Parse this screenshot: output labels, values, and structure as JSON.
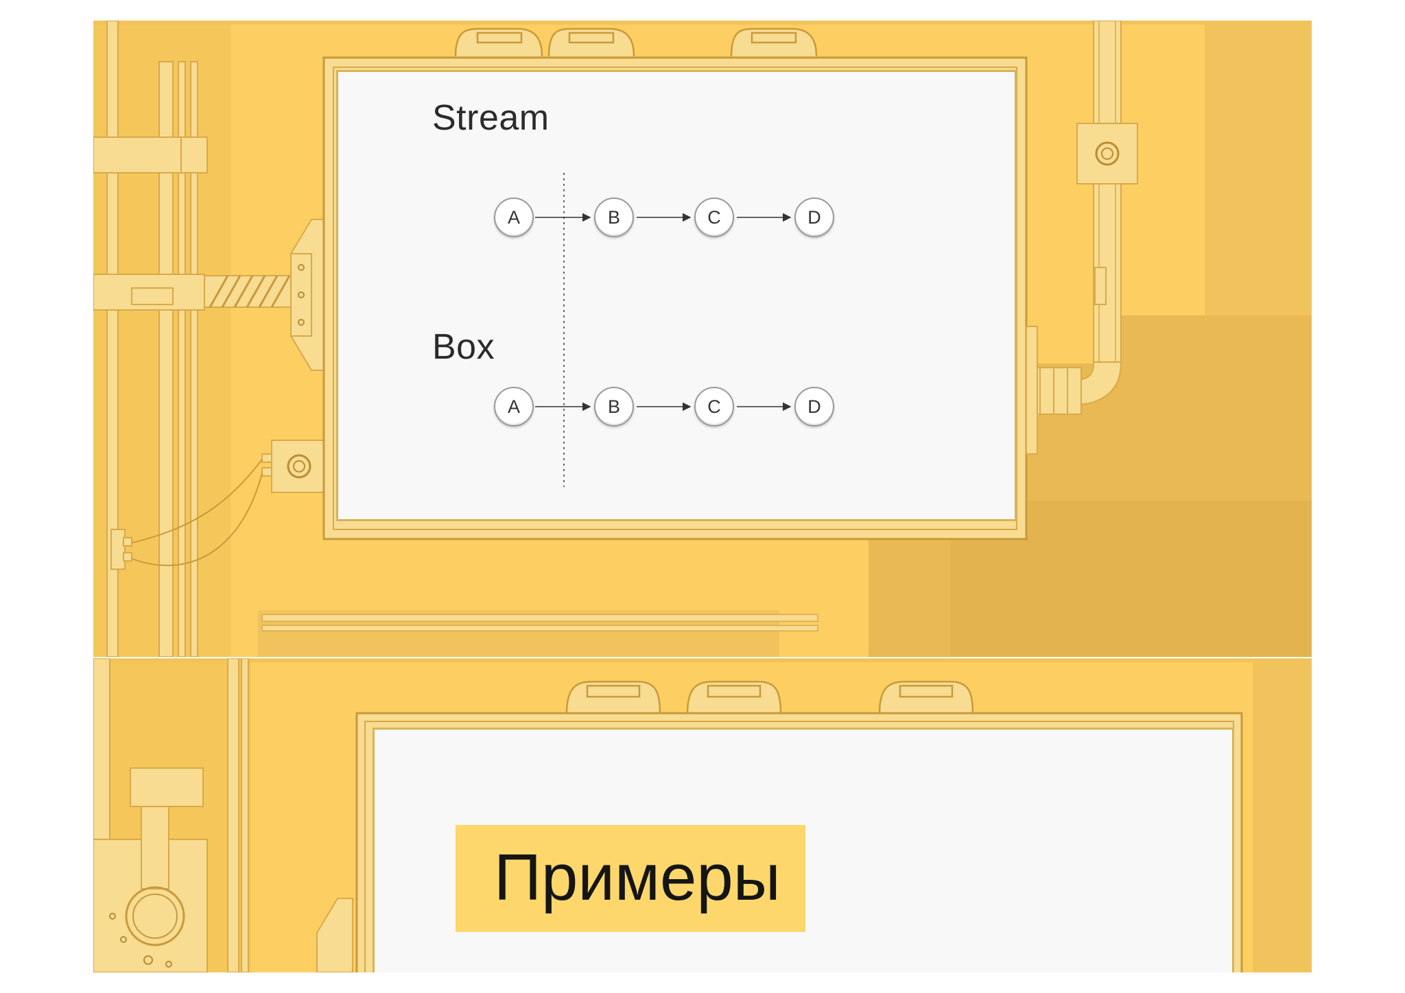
{
  "slides": [
    {
      "labels": {
        "stream": "Stream",
        "box": "Box"
      },
      "diagram": {
        "rows": [
          {
            "name": "Stream",
            "nodes": [
              "A",
              "B",
              "C",
              "D"
            ]
          },
          {
            "name": "Box",
            "nodes": [
              "A",
              "B",
              "C",
              "D"
            ]
          }
        ],
        "divider": "dotted vertical line between A and B"
      }
    },
    {
      "title": "Примеры"
    }
  ],
  "colors": {
    "background": "#fdcf62",
    "shade": "#e9b954",
    "machinery": "#f7dc91",
    "outline": "#d9a94a",
    "board": "#f8f8f8",
    "title_box": "#fdd76b"
  }
}
